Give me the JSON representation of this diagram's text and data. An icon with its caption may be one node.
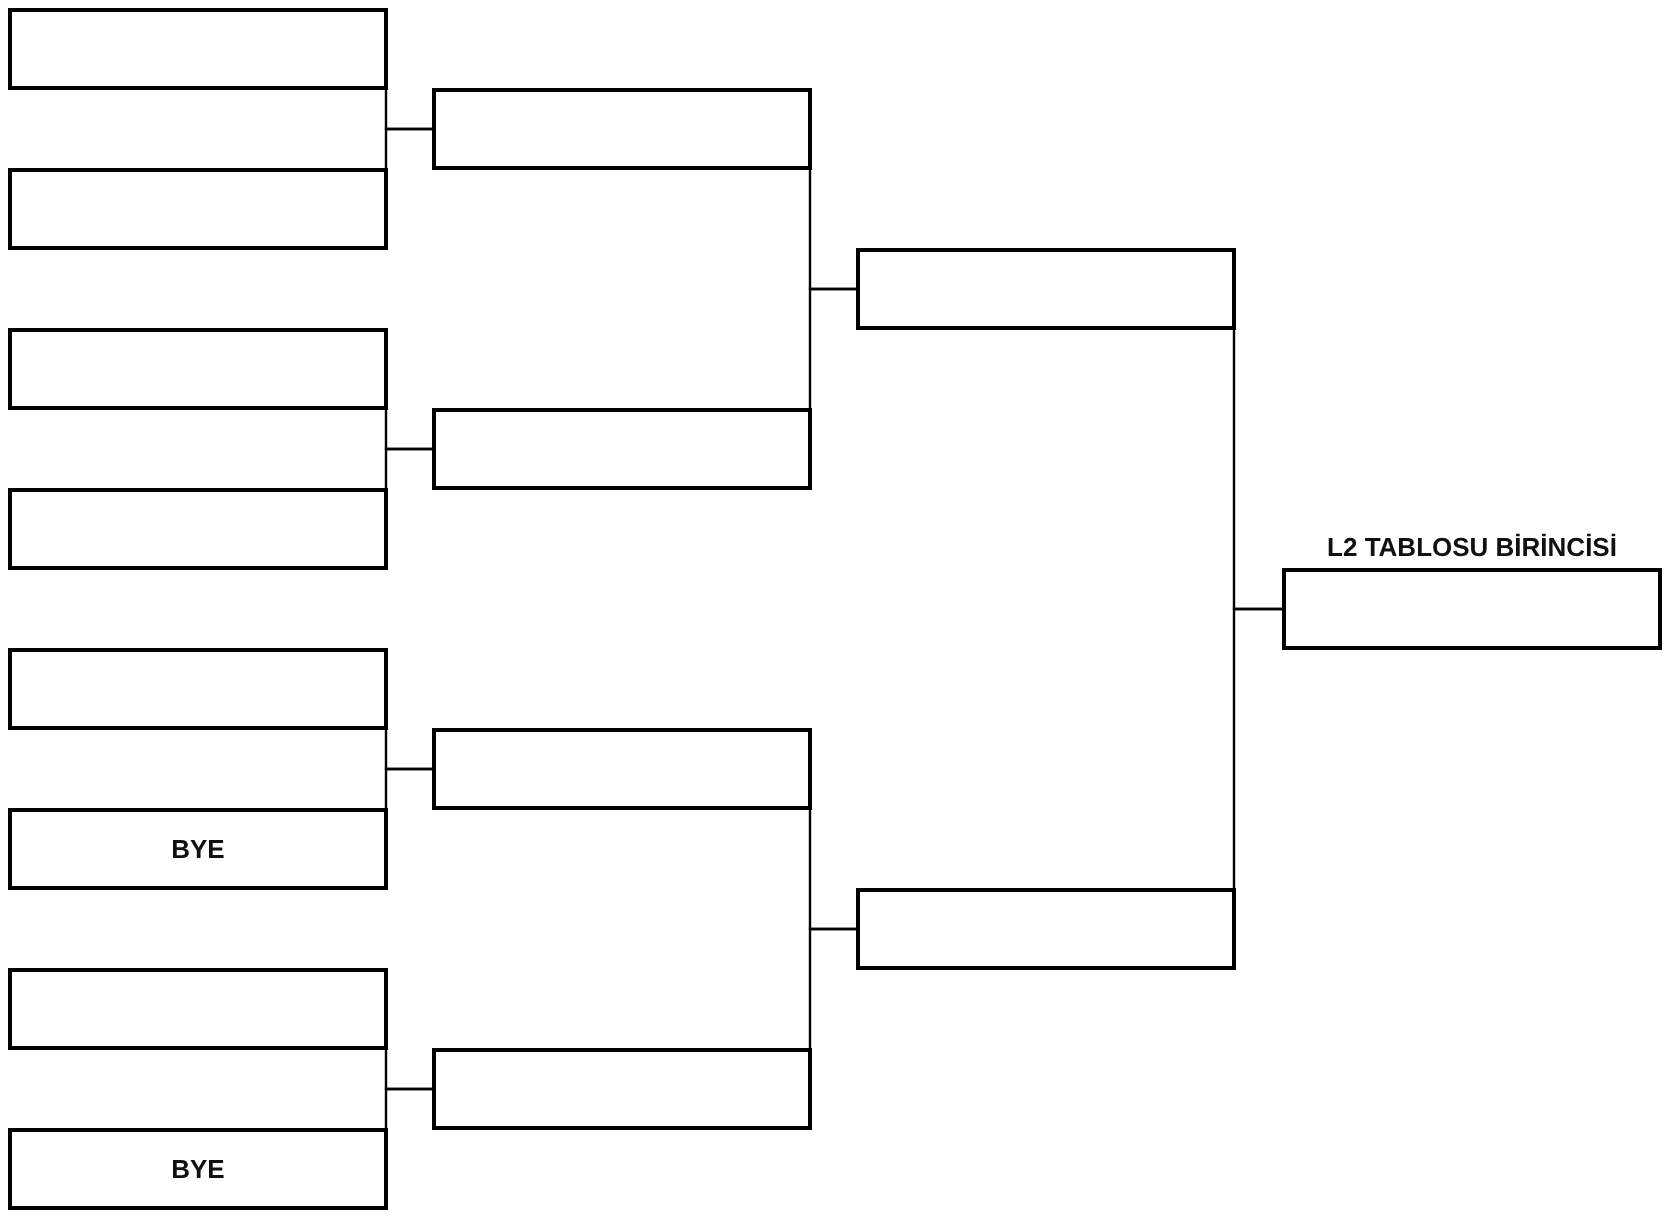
{
  "diagram": {
    "nodes": [
      {
        "text": [],
        "shape": "box"
      },
      {
        "text": [],
        "shape": "box"
      },
      {
        "text": [],
        "shape": "box"
      },
      {
        "text": [],
        "shape": "box"
      },
      {
        "text": [],
        "shape": "box"
      },
      {
        "text": [
          "BYE"
        ]
      },
      {
        "text": [],
        "shape": "box"
      },
      {
        "text": [
          "BYE"
        ]
      },
      {
        "text": [],
        "shape": "box"
      },
      {
        "text": [],
        "shape": "box"
      },
      {
        "text": [],
        "shape": "box"
      },
      {
        "text": [],
        "shape": "box"
      },
      {
        "text": [],
        "shape": "box"
      },
      {
        "text": [],
        "shape": "box"
      },
      {
        "text": [
          "L2 TABLOSU BİRİNCİSİ"
        ]
      }
    ],
    "edges": [
      {
        "from": 0,
        "to": 8,
        "arrow": "none"
      },
      {
        "from": 1,
        "to": 8,
        "arrow": "none"
      },
      {
        "from": 2,
        "to": 9,
        "arrow": "none"
      },
      {
        "from": 3,
        "to": 9,
        "arrow": "none"
      },
      {
        "from": 4,
        "to": 10,
        "arrow": "none"
      },
      {
        "from": 5,
        "to": 10,
        "arrow": "none"
      },
      {
        "from": 6,
        "to": 11,
        "arrow": "none"
      },
      {
        "from": 7,
        "to": 11,
        "arrow": "none"
      },
      {
        "from": 8,
        "to": 12,
        "arrow": "none"
      },
      {
        "from": 9,
        "to": 12,
        "arrow": "none"
      },
      {
        "from": 10,
        "to": 13,
        "arrow": "none"
      },
      {
        "from": 11,
        "to": 13,
        "arrow": "none"
      },
      {
        "from": 12,
        "to": 14,
        "arrow": "none"
      },
      {
        "from": 13,
        "to": 14,
        "arrow": "none"
      }
    ]
  }
}
